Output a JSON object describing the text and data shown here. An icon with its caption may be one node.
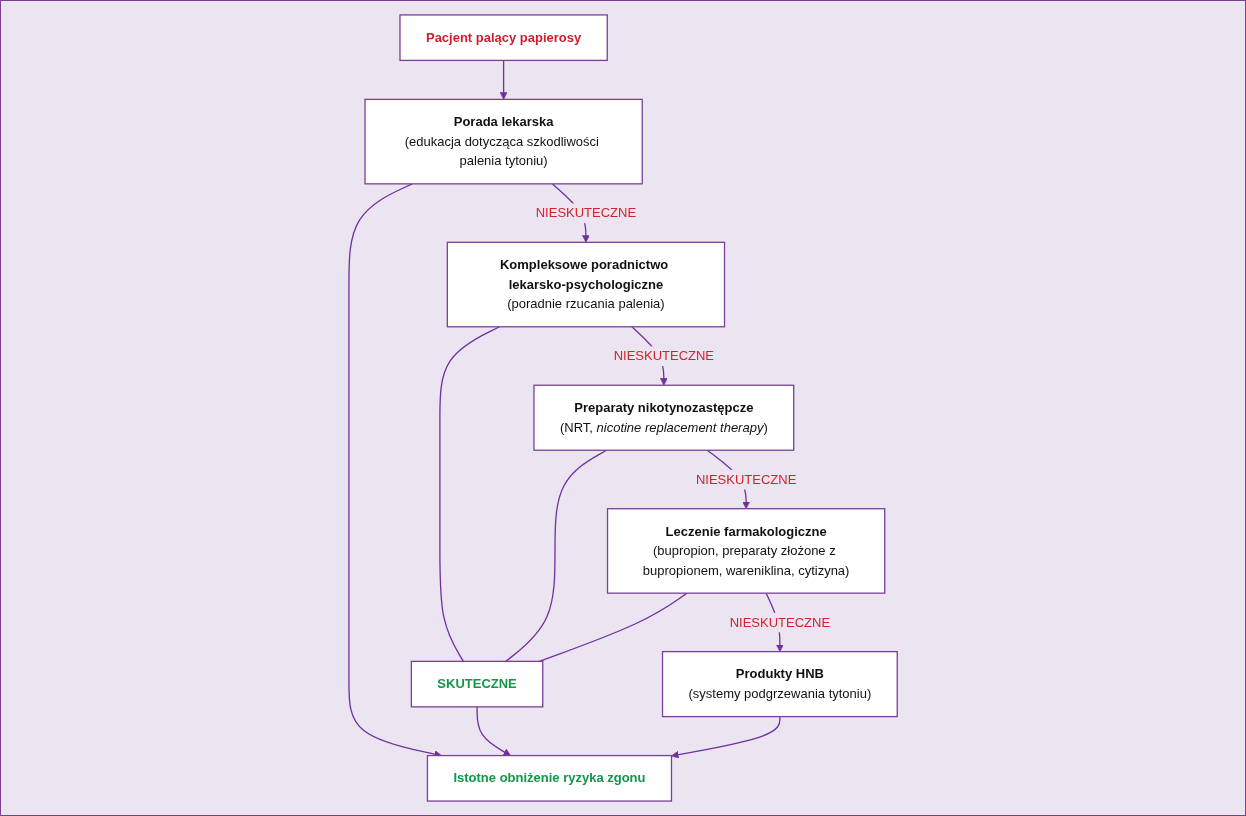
{
  "diagram": {
    "nodes": [
      {
        "text": [
          "Pacjent palący papierosy"
        ]
      },
      {
        "text": [
          "Porada lekarska",
          "(edukacja dotycząca szkodliwości palenia tytoniu)"
        ]
      },
      {
        "text": [
          "Kompleksowe poradnictwo lekarsko-psychologiczne",
          "(poradnie rzucania palenia)"
        ]
      },
      {
        "text": [
          "Preparaty nikotynozastępcze",
          "(NRT, *nicotine replacement therapy*)"
        ]
      },
      {
        "text": [
          "Leczenie farmakologiczne",
          "(bupropion, preparaty złożone z bupropionem, wareniklina, cytizyna)"
        ]
      },
      {
        "text": [
          "Produkty HNB",
          "(systemy podgrzewania tytoniu)"
        ]
      },
      {
        "text": [
          "SKUTECZNE"
        ]
      },
      {
        "text": [
          "Istotne obniżenie ryzyka zgonu"
        ]
      }
    ],
    "edges": [
      {
        "from": 0,
        "to": 1,
        "arrow": "to"
      },
      {
        "from": 1,
        "to": 2,
        "arrow": "to",
        "label": "NIESKUTECZNE"
      },
      {
        "from": 2,
        "to": 3,
        "arrow": "to",
        "label": "NIESKUTECZNE"
      },
      {
        "from": 3,
        "to": 4,
        "arrow": "to",
        "label": "NIESKUTECZNE"
      },
      {
        "from": 4,
        "to": 5,
        "arrow": "to",
        "label": "NIESKUTECZNE"
      },
      {
        "from": 1,
        "to": 7,
        "arrow": "to"
      },
      {
        "from": 2,
        "to": 6,
        "arrow": "none"
      },
      {
        "from": 3,
        "to": 6,
        "arrow": "none"
      },
      {
        "from": 4,
        "to": 6,
        "arrow": "none"
      },
      {
        "from": 6,
        "to": 7,
        "arrow": "to"
      },
      {
        "from": 5,
        "to": 7,
        "arrow": "to"
      }
    ]
  }
}
